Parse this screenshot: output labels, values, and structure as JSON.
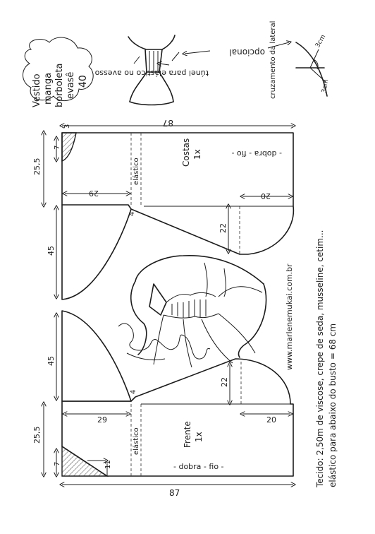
{
  "title_lines": [
    "Vestido",
    "manga",
    "borboleta",
    "evasê",
    "40"
  ],
  "notes": {
    "tunnel": "túnel para elástico no avesso",
    "optional": "opcional",
    "side_seam": "cruzamento da lateral",
    "seam_a": "3cm",
    "seam_b": "3cm"
  },
  "back_piece": {
    "name": "Costas",
    "qty": "1x",
    "fold": "- dobra - fio -",
    "elastic": "elástico"
  },
  "front_piece": {
    "name": "Frente",
    "qty": "1x",
    "fold": "- dobra - fio -",
    "elastic": "elástico"
  },
  "measurements": {
    "total_top": "87",
    "total_bottom": "87",
    "neck_back_offset": "3",
    "neck_back_depth": "7",
    "neck_front_depth": "7",
    "neck_front_width": "11",
    "upper_back": "25,5",
    "upper_front": "25,5",
    "sleeve_back": "45",
    "sleeve_front": "45",
    "side_back": "29",
    "side_front": "29",
    "elastic_gap_back": "4",
    "elastic_gap_front": "4",
    "hem_depth_back": "22",
    "hem_depth_front": "22",
    "hem_curve_back": "20",
    "hem_curve_front": "20"
  },
  "website": "www.marlenemukai.com.br",
  "signature": "Marlene Mukai",
  "fabric": "Tecido: 2,50m de viscose, crepe de seda, musseline, cetim...",
  "elastic_note": "elástico para abaixo do busto = 68 cm"
}
